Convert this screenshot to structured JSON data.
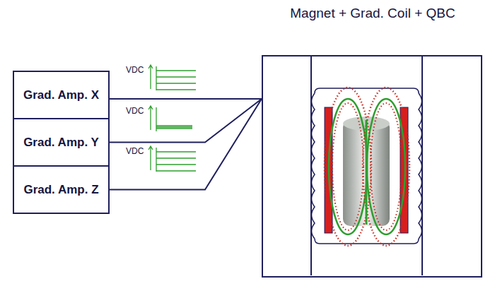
{
  "diagram": {
    "nodes": [
      {
        "text": [
          "Grad. Amp. X"
        ]
      },
      {
        "text": [
          "Grad. Amp. Y"
        ]
      },
      {
        "text": [
          "Grad. Amp. Z"
        ]
      },
      {
        "text": [
          "Magnet + Grad. Coil + QBC"
        ]
      }
    ],
    "edges": [
      {
        "from": 0,
        "to": 3,
        "arrow": "none"
      },
      {
        "from": 1,
        "to": 3,
        "arrow": "none"
      },
      {
        "from": 2,
        "to": 3,
        "arrow": "none"
      }
    ],
    "labels": [
      "VDC",
      "VDC",
      "VDC"
    ]
  }
}
